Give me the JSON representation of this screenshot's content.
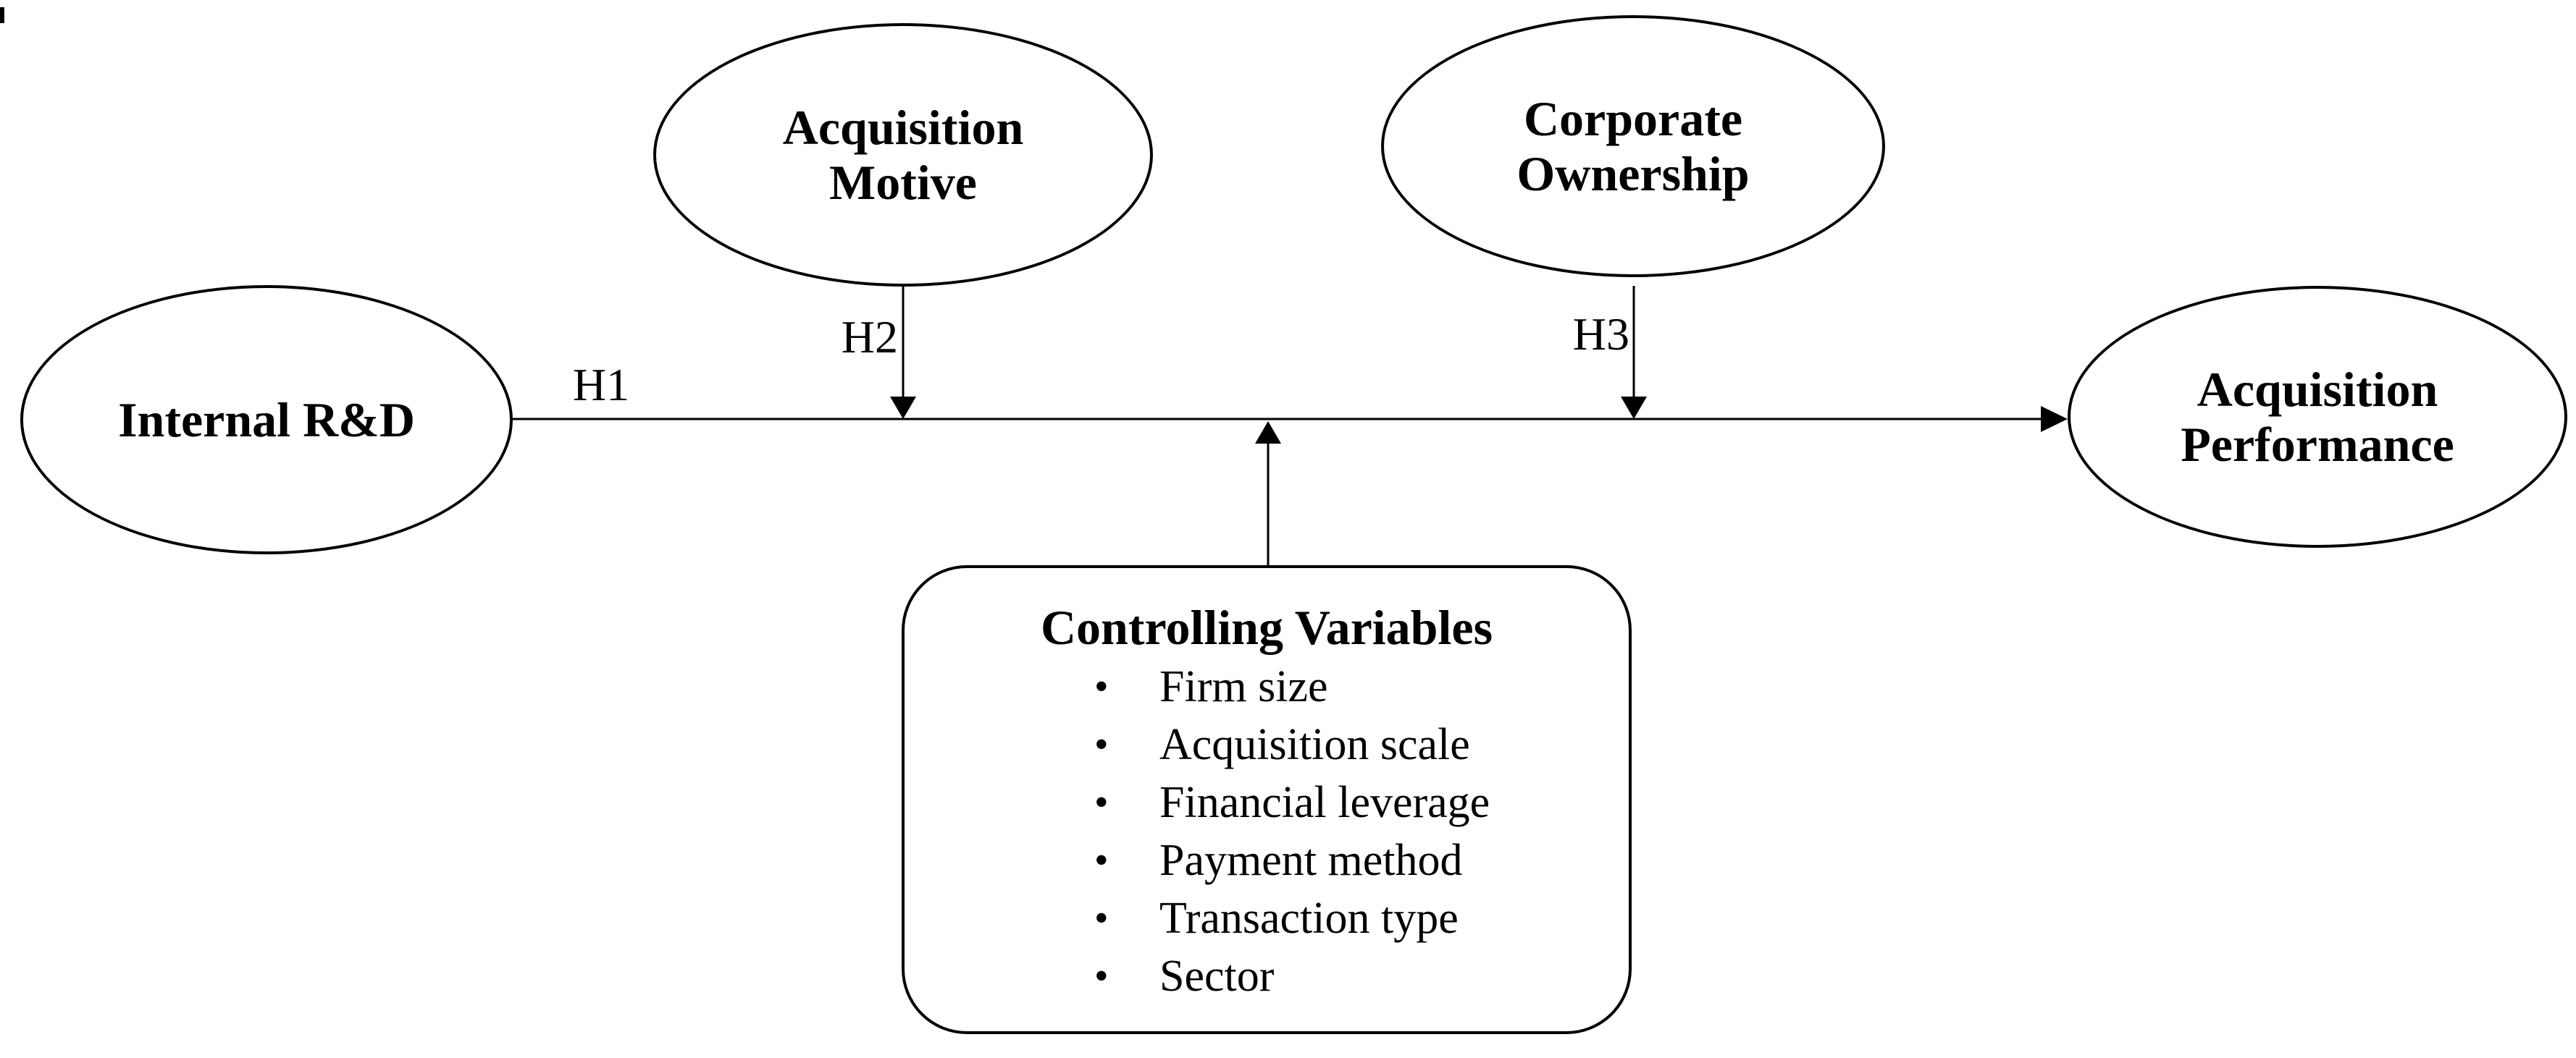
{
  "colors": {
    "ink": "#000000",
    "background": "#ffffff"
  },
  "nodes": {
    "internal_rd": {
      "label": "Internal R&D"
    },
    "acquisition_motive": {
      "line1": "Acquisition",
      "line2": "Motive"
    },
    "corporate_ownership": {
      "line1": "Corporate",
      "line2": "Ownership"
    },
    "acquisition_performance": {
      "line1": "Acquisition",
      "line2": "Performance"
    }
  },
  "edges": {
    "h1": {
      "label": "H1"
    },
    "h2": {
      "label": "H2"
    },
    "h3": {
      "label": "H3"
    }
  },
  "control_box": {
    "title": "Controlling Variables",
    "bullet_char": "•",
    "items": [
      "Firm size",
      "Acquisition scale",
      "Financial leverage",
      "Payment method",
      "Transaction type",
      "Sector"
    ]
  }
}
